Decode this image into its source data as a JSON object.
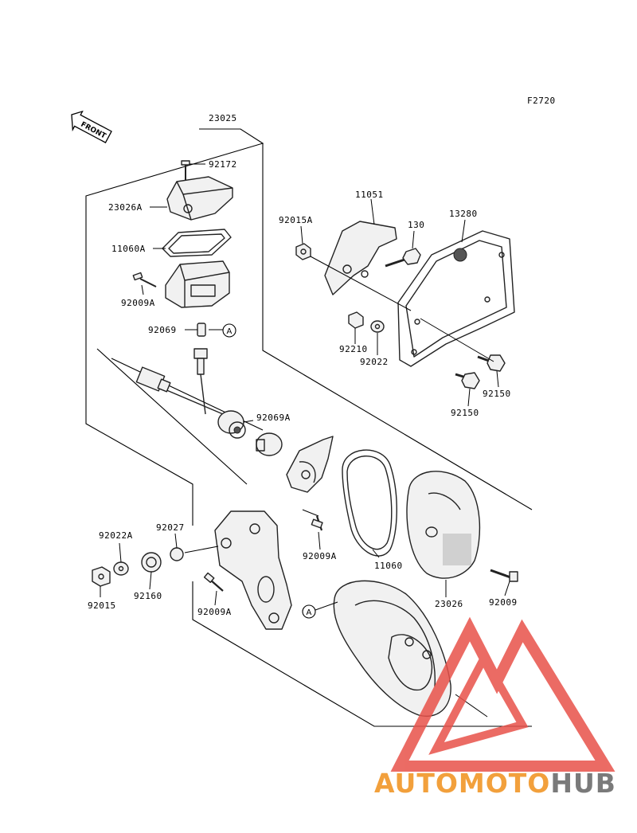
{
  "figure_code": "F2720",
  "front_label": "FRONT",
  "parts": {
    "p23025": "23025",
    "p92172": "92172",
    "p23026A": "23026A",
    "p11060A": "11060A",
    "p92009A_top": "92009A",
    "p92069": "92069",
    "p11051": "11051",
    "p92015A": "92015A",
    "p130": "130",
    "p13280": "13280",
    "p92210": "92210",
    "p92022": "92022",
    "p92150_right": "92150",
    "p92150_low": "92150",
    "p92069A": "92069A",
    "p92009A_mid": "92009A",
    "p11060": "11060",
    "p23026": "23026",
    "p92009": "92009",
    "p92022A": "92022A",
    "p92027": "92027",
    "p92015": "92015",
    "p92160": "92160",
    "p92009A_bottom": "92009A"
  },
  "ref_marks": {
    "a1": "A",
    "a2": "A"
  },
  "watermark": {
    "part1": "AUTOMOTO",
    "part2": "HUB",
    "color1": "#f2a03c",
    "color2": "#7a7a7a",
    "triangle_color": "#e8524a"
  }
}
